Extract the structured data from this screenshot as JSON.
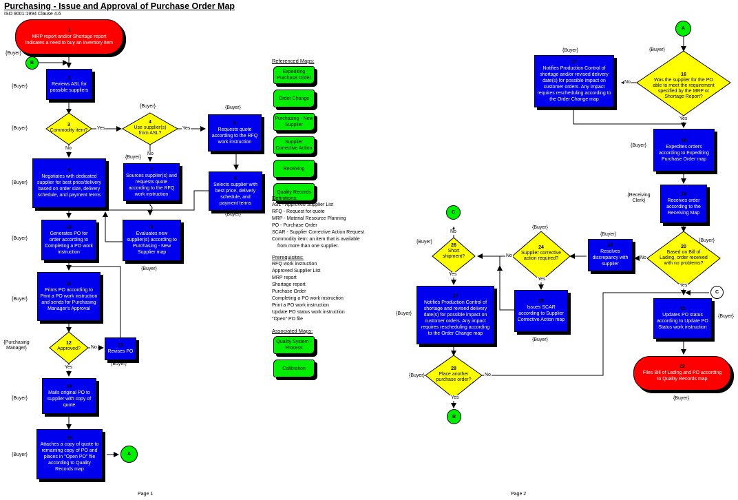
{
  "header": {
    "title": "Purchasing - Issue and Approval of Purchase Order Map",
    "subtitle": "ISO 9001:1994 Clause 4.6"
  },
  "colors": {
    "process": "#0000ee",
    "decision": "#ffff00",
    "terminator": "#ff0000",
    "connector": "#00ee00",
    "reference_map": "#00ee00"
  },
  "steps": {
    "s1": {
      "num": "1",
      "text": "MRP report and/or Shortage report indicates a need to buy an inventory item"
    },
    "s2": {
      "num": "2",
      "text": "Reviews ASL for possible suppliers"
    },
    "s3": {
      "num": "3",
      "text": "Commodity item?"
    },
    "s4": {
      "num": "4",
      "text": "Use supplier(s) from ASL?"
    },
    "s5": {
      "num": "5",
      "text": "Requests quote according to the RFQ work instruction"
    },
    "s6": {
      "num": "6",
      "text": "Selects supplier with best price, delivery schedule, and payment terms"
    },
    "s7": {
      "num": "7",
      "text": "Sources supplier(s) and requests quote according to the RFQ work instruction"
    },
    "s8": {
      "num": "8",
      "text": "Evaluates new supplier(s) according to Purchasing - New Supplier map"
    },
    "s9": {
      "num": "9",
      "text": "Negotiates with dedicated supplier for best price/delivery based on order size, delivery schedule, and payment terms"
    },
    "s10": {
      "num": "10",
      "text": "Generates PO for order according to Completing a PO work instruction"
    },
    "s11": {
      "num": "11",
      "text": "Prints PO according to Print a PO work instruction and sends for Purchasing Manager's Approval"
    },
    "s12": {
      "num": "12",
      "text": "Approved?"
    },
    "s13": {
      "num": "13",
      "text": "Revises PO"
    },
    "s14": {
      "num": "14",
      "text": "Mails original PO to supplier with copy of quote"
    },
    "s15": {
      "num": "15",
      "text": "Attaches a copy of quote to remaining copy of PO and places in \"Open PO\" file according to Quality Records map"
    },
    "s16": {
      "num": "16",
      "text": "Was the supplier for the PO able to meet the requirement specified by the MRP or Shortage Report?"
    },
    "s17": {
      "num": "17",
      "text": "Notifies Production Control of shortage and/or revised delivery date(s) for possible impact on customer orders. Any impact requires rescheduling according to the Order Change map"
    },
    "s18": {
      "num": "18",
      "text": "Expedites orders according to Expediting Purchase Order map"
    },
    "s19": {
      "num": "19",
      "text": "Receives order according to the Receiving Map"
    },
    "s20": {
      "num": "20",
      "text": "Based on Bill of Lading, order received with no problems?"
    },
    "s21": {
      "num": "21",
      "text": "Updates PO status according to Update PO Status work instruction"
    },
    "s22": {
      "num": "22",
      "text": "Files Bill of Lading and PO according to Quality Records map"
    },
    "s23": {
      "num": "23",
      "text": "Resolves discrepancy with supplier"
    },
    "s24": {
      "num": "24",
      "text": "Supplier corrective action required?"
    },
    "s25": {
      "num": "25",
      "text": "Issues SCAR according to Supplier Corrective Action map"
    },
    "s26": {
      "num": "26",
      "text": "Short shipment?"
    },
    "s27": {
      "num": "27",
      "text": "Notifies Production Control of shortage and revised delivery date(s) for possible impact on customer orders. Any impact requires rescheduling according to the Order Change map"
    },
    "s28": {
      "num": "28",
      "text": "Place another purchase order?"
    }
  },
  "roles": {
    "buyer": "{Buyer}",
    "purchasing_manager": "{Purchasing Manager}",
    "receiving_clerk": "{Receiving Clerk}"
  },
  "connectors": {
    "a": "A",
    "b": "B",
    "c": "C"
  },
  "edge_labels": {
    "yes": "Yes",
    "no": "No"
  },
  "referenced_maps": {
    "heading": "Referenced Maps:",
    "items": [
      "Expediting Purchase Order",
      "Order Change",
      "Purchasing - New Supplier",
      "Supplier Corrective Action",
      "Receiving",
      "Quality Records"
    ]
  },
  "definitions": {
    "heading": "Definitions:",
    "items": [
      "ASL - Approved Supplier List",
      "RFQ - Request for quote",
      "MRP - Material Resource Planning",
      "PO - Purchase Order",
      "SCAR - Supplier Corrective Action Request",
      "Commodity item: an item that is available",
      "   from more than one supplier."
    ]
  },
  "prerequisites": {
    "heading": "Prerequisites:",
    "items": [
      "RFQ work instruction",
      "Approved Supplier List",
      "MRP report",
      "Shortage report",
      "Purchase Order",
      "Completing a PO work instruction",
      "Print a PO work instruction",
      "Update PO status work instruction",
      "\"Open\" PO file"
    ]
  },
  "associated_maps": {
    "heading": "Associated Maps:",
    "items": [
      "Quality System - Process",
      "Calibration"
    ]
  },
  "footer": {
    "page1": "Page 1",
    "page2": "Page 2"
  }
}
